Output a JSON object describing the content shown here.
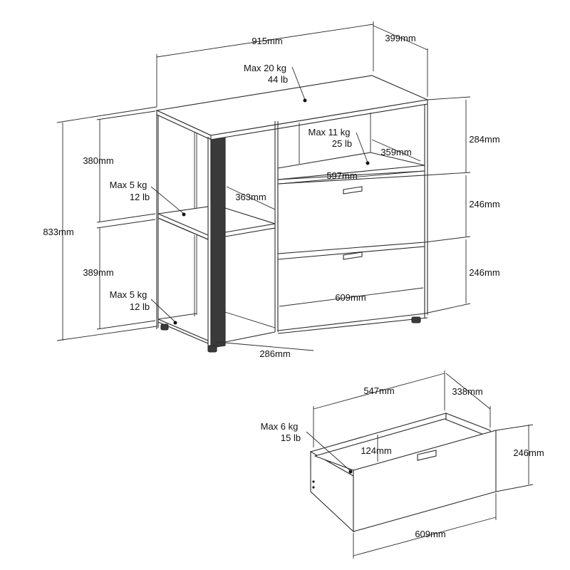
{
  "labels": {
    "width_top": "915mm",
    "depth_top": "399mm",
    "load_top_kg": "Max 20 kg",
    "load_top_lb": "44 lb",
    "load_niche_kg": "Max 11 kg",
    "load_niche_lb": "25 lb",
    "niche_height": "284mm",
    "niche_depth": "359mm",
    "niche_width": "597mm",
    "drawer_front_h1": "246mm",
    "drawer_front_h2": "246mm",
    "shelf_upper_h": "380mm",
    "shelf_lower_h": "389mm",
    "total_height": "833mm",
    "load_shelf1_kg": "Max 5 kg",
    "load_shelf1_lb": "12 lb",
    "load_shelf2_kg": "Max 5 kg",
    "load_shelf2_lb": "12 lb",
    "divider_depth": "363mm",
    "drawers_width": "609mm",
    "open_depth": "286mm",
    "drawer_inner_w": "547mm",
    "drawer_inner_d": "338mm",
    "drawer_load_kg": "Max 6 kg",
    "drawer_load_lb": "15 lb",
    "drawer_inner_h": "124mm",
    "drawer_front_h": "246mm",
    "drawer_front_w": "609mm"
  }
}
